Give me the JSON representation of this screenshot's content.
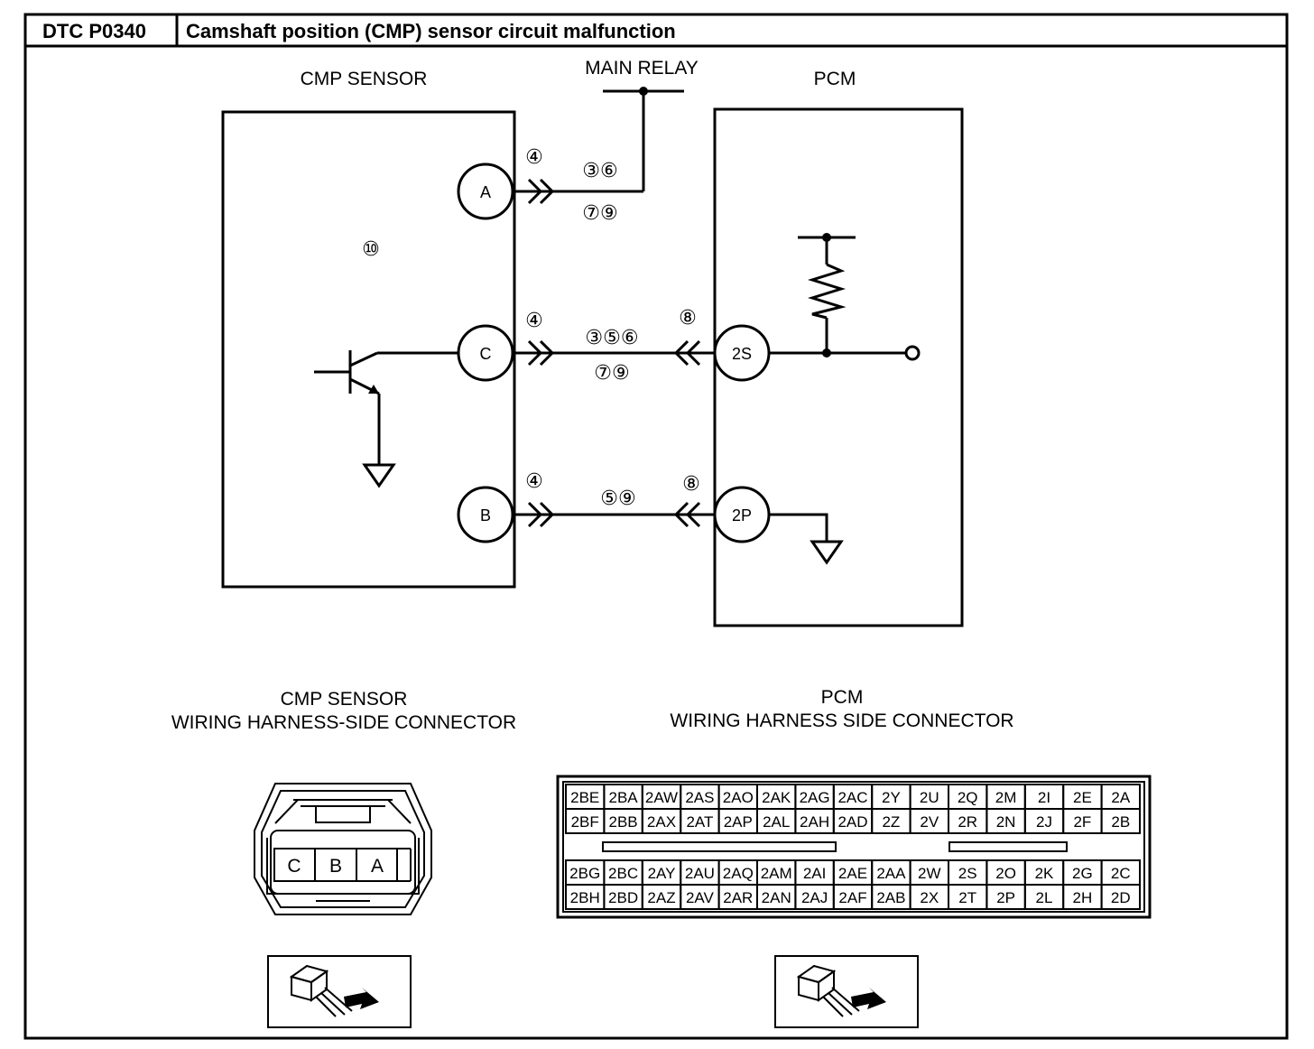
{
  "header": {
    "code": "DTC P0340",
    "title": "Camshaft position (CMP) sensor circuit malfunction"
  },
  "cmp_sensor": {
    "title": "CMP SENSOR",
    "pins": [
      "A",
      "C",
      "B"
    ],
    "note": "⑩"
  },
  "main_relay": {
    "title": "MAIN RELAY"
  },
  "pcm": {
    "title": "PCM",
    "pins": [
      "2S",
      "2P"
    ]
  },
  "wires": {
    "a_line": {
      "connector_mark": "④",
      "upper": "③⑥",
      "lower": "⑦⑨"
    },
    "c_line": {
      "connector_mark": "④",
      "pcm_mark": "⑧",
      "upper": "③⑤⑥",
      "lower": "⑦⑨"
    },
    "b_line": {
      "connector_mark": "④",
      "pcm_mark": "⑧",
      "upper": "⑤⑨"
    }
  },
  "cmp_connector": {
    "title_line1": "CMP SENSOR",
    "title_line2": "WIRING HARNESS-SIDE CONNECTOR",
    "pins": [
      "C",
      "B",
      "A"
    ]
  },
  "pcm_connector": {
    "title_line1": "PCM",
    "title_line2": "WIRING HARNESS SIDE CONNECTOR",
    "upper_block": [
      [
        "2BE",
        "2BA",
        "2AW",
        "2AS",
        "2AO",
        "2AK",
        "2AG",
        "2AC",
        "2Y",
        "2U",
        "2Q",
        "2M",
        "2I",
        "2E",
        "2A"
      ],
      [
        "2BF",
        "2BB",
        "2AX",
        "2AT",
        "2AP",
        "2AL",
        "2AH",
        "2AD",
        "2Z",
        "2V",
        "2R",
        "2N",
        "2J",
        "2F",
        "2B"
      ]
    ],
    "lower_block": [
      [
        "2BG",
        "2BC",
        "2AY",
        "2AU",
        "2AQ",
        "2AM",
        "2AI",
        "2AE",
        "2AA",
        "2W",
        "2S",
        "2O",
        "2K",
        "2G",
        "2C"
      ],
      [
        "2BH",
        "2BD",
        "2AZ",
        "2AV",
        "2AR",
        "2AN",
        "2AJ",
        "2AF",
        "2AB",
        "2X",
        "2T",
        "2P",
        "2L",
        "2H",
        "2D"
      ]
    ]
  },
  "icons": [
    "connector-view-icon",
    "connector-view-icon"
  ]
}
